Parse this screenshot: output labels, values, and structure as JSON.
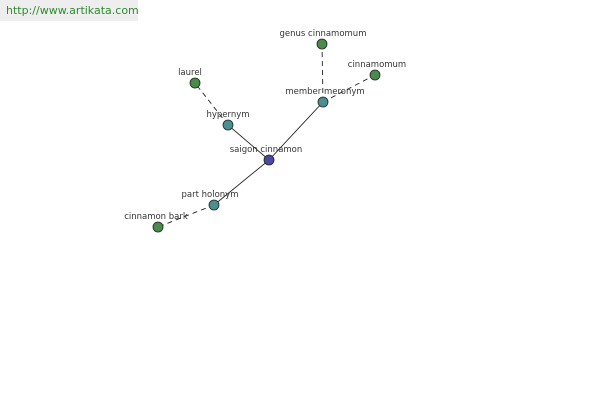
{
  "banner": {
    "url": "http://www.artikata.com"
  },
  "colors": {
    "center": "#4a4a9e",
    "relation": "#4a9090",
    "leaf": "#4a8a4a",
    "edge": "#222222"
  },
  "graph": {
    "nodes": [
      {
        "id": "saigon-cinnamon",
        "label": "saigon cinnamon",
        "kind": "center"
      },
      {
        "id": "hypernym",
        "label": "hypernym",
        "kind": "relation"
      },
      {
        "id": "member-meronym",
        "label": "member meronym",
        "kind": "relation"
      },
      {
        "id": "part-holonym",
        "label": "part holonym",
        "kind": "relation"
      },
      {
        "id": "laurel",
        "label": "laurel",
        "kind": "leaf"
      },
      {
        "id": "genus-cinnamomum",
        "label": "genus cinnamomum",
        "kind": "leaf"
      },
      {
        "id": "cinnamomum",
        "label": "cinnamomum",
        "kind": "leaf"
      },
      {
        "id": "cinnamon-bark",
        "label": "cinnamon bark",
        "kind": "leaf"
      }
    ],
    "edges": [
      {
        "from": "saigon-cinnamon",
        "to": "hypernym",
        "style": "solid"
      },
      {
        "from": "saigon-cinnamon",
        "to": "member-meronym",
        "style": "solid"
      },
      {
        "from": "saigon-cinnamon",
        "to": "part-holonym",
        "style": "solid"
      },
      {
        "from": "hypernym",
        "to": "laurel",
        "style": "dashed"
      },
      {
        "from": "member-meronym",
        "to": "genus-cinnamomum",
        "style": "dashed"
      },
      {
        "from": "member-meronym",
        "to": "cinnamomum",
        "style": "dashed"
      },
      {
        "from": "part-holonym",
        "to": "cinnamon-bark",
        "style": "dashed"
      }
    ]
  }
}
